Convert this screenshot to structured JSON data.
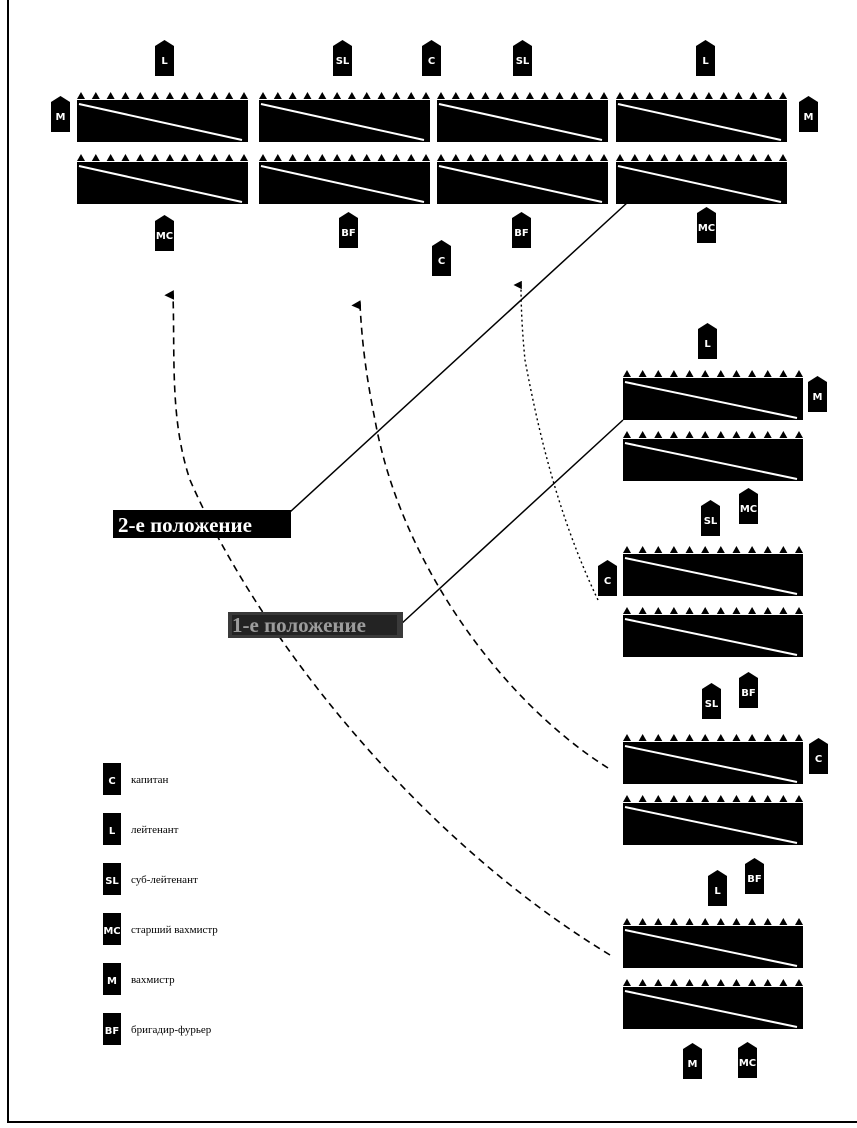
{
  "diagram": {
    "position_labels": {
      "second": "2-е положение",
      "first": "1-е положение"
    },
    "top_squadrons": [
      {
        "id": "top-1"
      },
      {
        "id": "top-2"
      },
      {
        "id": "top-3"
      },
      {
        "id": "top-4"
      }
    ],
    "top_officers": [
      {
        "code": "L",
        "meaning": "лейтенант"
      },
      {
        "code": "SL"
      },
      {
        "code": "C"
      },
      {
        "code": "SL"
      },
      {
        "code": "L"
      },
      {
        "code": "M"
      },
      {
        "code": "M"
      },
      {
        "code": "MC"
      },
      {
        "code": "BF"
      },
      {
        "code": "C"
      },
      {
        "code": "BF"
      },
      {
        "code": "MC"
      }
    ],
    "right_officers": [
      {
        "code": "L"
      },
      {
        "code": "M"
      },
      {
        "code": "SL"
      },
      {
        "code": "MC"
      },
      {
        "code": "C"
      },
      {
        "code": "SL"
      },
      {
        "code": "BF"
      },
      {
        "code": "C"
      },
      {
        "code": "L"
      },
      {
        "code": "BF"
      },
      {
        "code": "M"
      },
      {
        "code": "MC"
      }
    ],
    "legend": [
      {
        "code": "C",
        "label": "капитан"
      },
      {
        "code": "L",
        "label": "лейтенант"
      },
      {
        "code": "SL",
        "label": "суб-лейтенант"
      },
      {
        "code": "MC",
        "label": "старший вахмистр"
      },
      {
        "code": "M",
        "label": "вахмистр"
      },
      {
        "code": "BF",
        "label": "бригадир-фурьер"
      }
    ]
  }
}
